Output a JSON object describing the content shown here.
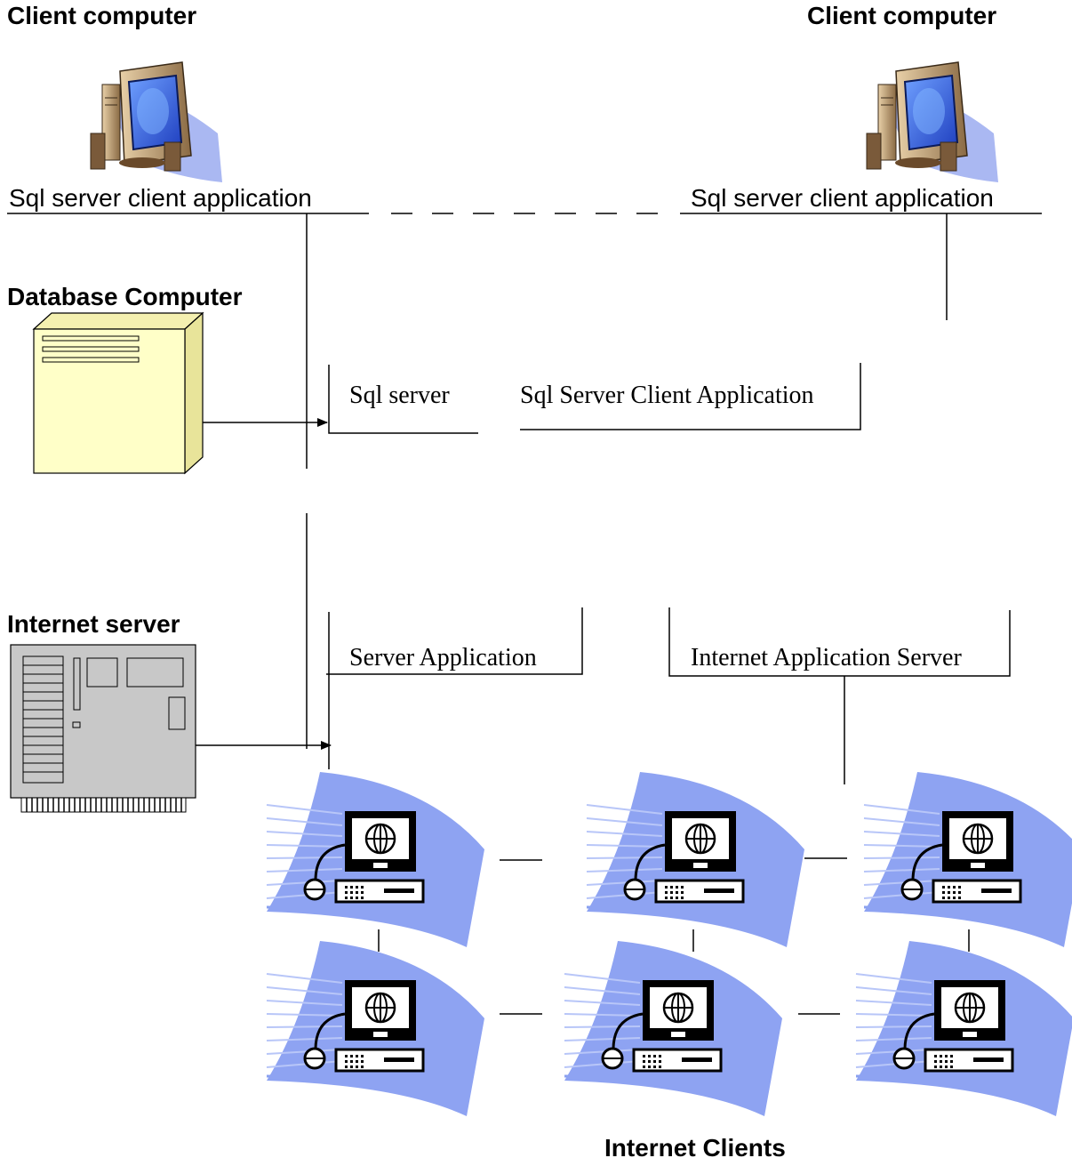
{
  "labels": {
    "client_computer_left": "Client computer",
    "client_computer_right": "Client computer",
    "sql_client_app_left": "Sql server client application",
    "sql_client_app_right": "Sql server client application",
    "database_computer": "Database Computer",
    "sql_server": "Sql server",
    "sql_server_client_application": "Sql Server Client Application",
    "internet_server": "Internet server",
    "server_application": "Server Application",
    "internet_application_server": "Internet Application Server",
    "internet_clients": "Internet Clients"
  },
  "icons": {
    "client_pc": "desktop-computer-icon",
    "database": "database-server-icon",
    "internet_server": "internet-server-icon",
    "internet_client": "web-client-computer-icon"
  },
  "colors": {
    "monitor_screen": "#3f6fe6",
    "monitor_case": "#b8956a",
    "db_case": "#ffffc8",
    "internet_server_case": "#c8c8c8",
    "client_wave": "#8aa1f0",
    "line": "#000000"
  }
}
